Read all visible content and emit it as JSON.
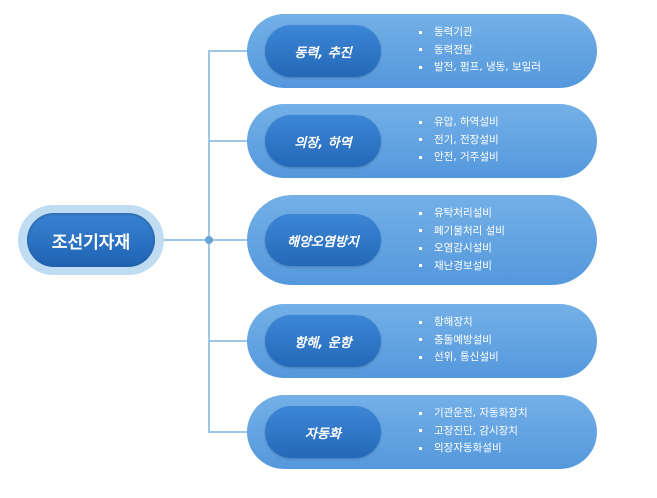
{
  "root": {
    "label": "조선기자재"
  },
  "branches": [
    {
      "label": "동력, 추진",
      "items": [
        "동력기관",
        "동력전달",
        "발전, 펌프, 냉동, 보일러"
      ]
    },
    {
      "label": "의장, 하역",
      "items": [
        "유압, 하역설비",
        "전기, 전장설비",
        "안전, 거주설비"
      ]
    },
    {
      "label": "해양오염방지",
      "items": [
        "유탁처리설비",
        "폐기물처리 설비",
        "오염감시설비",
        "재난경보설비"
      ]
    },
    {
      "label": "항해, 운항",
      "items": [
        "항해장치",
        "충돌예방설비",
        "선위, 통신설비"
      ]
    },
    {
      "label": "자동화",
      "items": [
        "기관운전, 자동화장치",
        "고장진단, 감시장치",
        "의장자동화설비"
      ]
    }
  ]
}
